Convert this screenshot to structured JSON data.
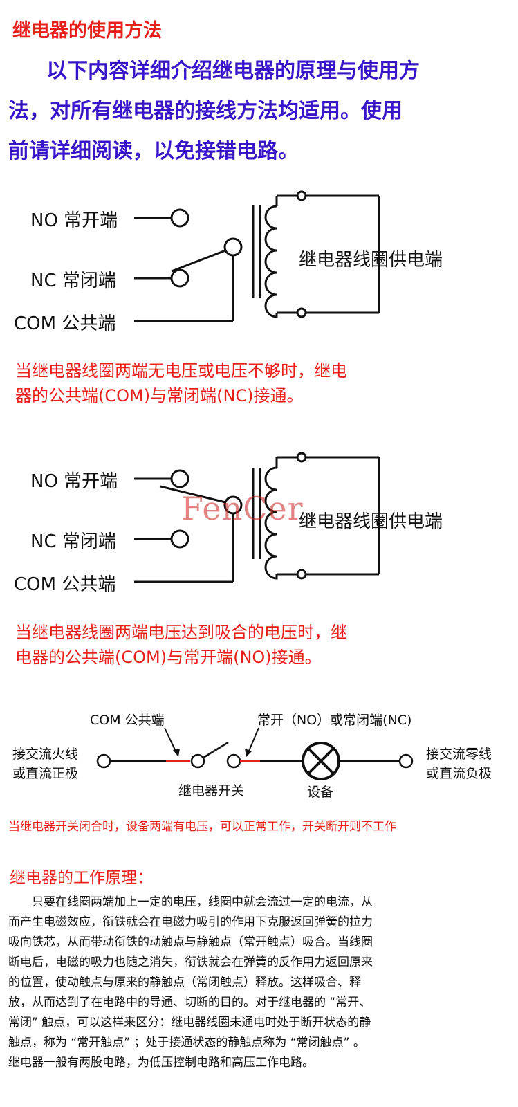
{
  "title": "继电器的使用方法",
  "intro": [
    "以下内容详细介绍继电器的原理与使用方",
    "法，对所有继电器的接线方法均适用。使用",
    "前请详细阅读，以免接错电路。"
  ],
  "diagram1": {
    "no_label": "NO 常开端",
    "nc_label": "NC 常闭端",
    "com_label": "COM 公共端",
    "coil_label": "继电器线圈供电端",
    "note": [
      "当继电器线圈两端无电压或电压不够时，继电",
      "器的公共端(COM)与常闭端(NC)接通。"
    ]
  },
  "diagram2": {
    "no_label": "NO 常开端",
    "nc_label": "NC 常闭端",
    "com_label": "COM 公共端",
    "coil_label": "继电器线圈供电端",
    "watermark": "FenCer",
    "note": [
      "当继电器线圈两端电压达到吸合的电压时，继",
      "电器的公共端(COM)与常开端(NO)接通。"
    ]
  },
  "circuit": {
    "com_label": "COM 公共端",
    "no_nc_label": "常开（NO）或常闭端(NC)",
    "left_label": [
      "接交流火线",
      "或直流正极"
    ],
    "right_label": [
      "接交流零线",
      "或直流负极"
    ],
    "switch_label": "继电器开关",
    "device_label": "设备",
    "note": "当继电器开关闭合时，设备两端有电压，可以正常工作，开关断开则不工作"
  },
  "principle": {
    "title": "继电器的工作原理：",
    "lines": [
      "只要在线圈两端加上一定的电压，线圈中就会流过一定的电流，从",
      "而产生电磁效应，衔铁就会在电磁力吸引的作用下克服返回弹簧的拉力",
      "吸向铁芯，从而带动衔铁的动触点与静触点（常开触点）吸合。当线圈",
      "断电后，电磁的吸力也随之消失，衔铁就会在弹簧的反作用力返回原来",
      "的位置，使动触点与原来的静触点（常闭触点）释放。这样吸合、释",
      "放，从而达到了在电路中的导通、切断的目的。对于继电器的 “常开、",
      "常闭” 触点，可以这样来区分：继电器线圈未通电时处于断开状态的静",
      "触点，称为 “常开触点” ；处于接通状态的静触点称为 “常闭触点” 。",
      "继电器一般有两股电路，为低压控制电路和高压工作电路。"
    ]
  },
  "colors": {
    "title_red": "#e8201c",
    "intro_blue": "#3a16c9",
    "line": "#111111"
  }
}
